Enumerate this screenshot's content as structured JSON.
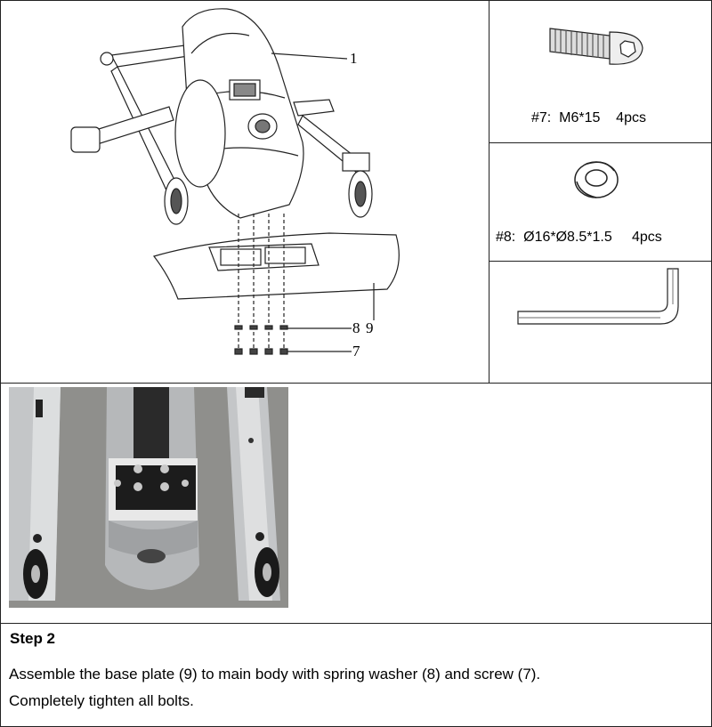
{
  "diagram": {
    "callouts": [
      "1",
      "8",
      "9",
      "7"
    ]
  },
  "parts": [
    {
      "code": "#7",
      "spec": "M6*15",
      "qty": "4pcs",
      "icon": "bolt-icon"
    },
    {
      "code": "#8",
      "spec": "Ø16*Ø8.5*1.5",
      "qty": "4pcs",
      "icon": "spring-washer-icon"
    },
    {
      "icon": "allen-key-icon"
    }
  ],
  "step": {
    "title": "Step 2",
    "lines": [
      "Assemble the base plate (9) to main body with spring washer (8) and screw (7).",
      "Completely tighten all bolts."
    ]
  }
}
